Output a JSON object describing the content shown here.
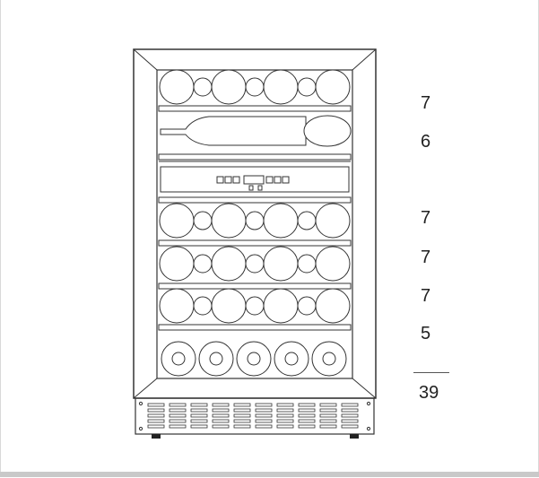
{
  "shelves": [
    {
      "count": "7",
      "layout": "round",
      "bottles": 7
    },
    {
      "count": "6",
      "layout": "side",
      "bottles": 1
    },
    {
      "count": "7",
      "layout": "round",
      "bottles": 7
    },
    {
      "count": "7",
      "layout": "round",
      "bottles": 7
    },
    {
      "count": "7",
      "layout": "round",
      "bottles": 7
    },
    {
      "count": "5",
      "layout": "base",
      "bottles": 5
    }
  ],
  "total": "39",
  "colors": {
    "line": "#333333",
    "panel": "#ffffff"
  }
}
